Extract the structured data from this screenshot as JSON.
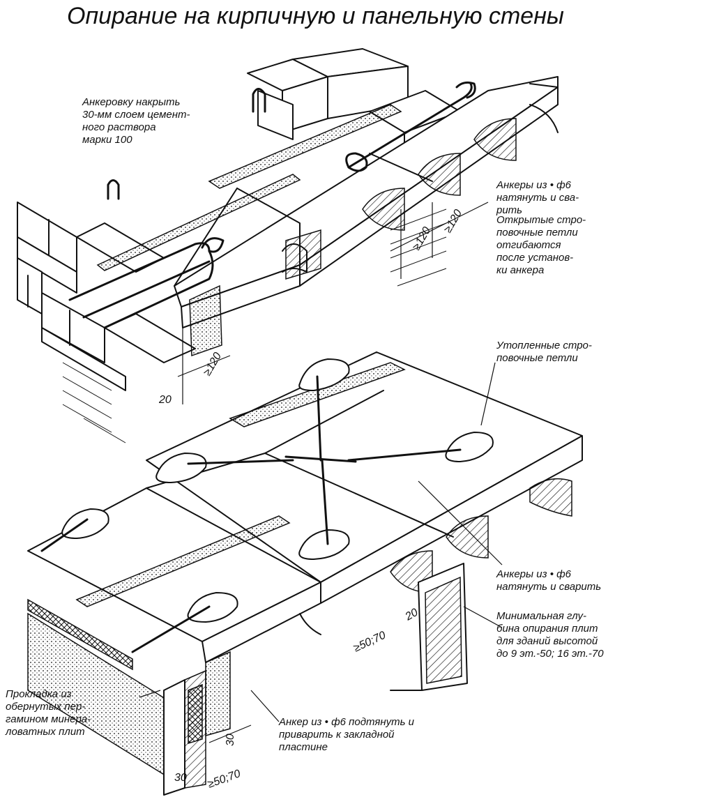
{
  "title": "Опирание на кирпичную и панельную стены",
  "notes": {
    "anchor_cover": [
      "Анкеровку накрыть",
      "30-мм слоем цемент-",
      "ного раствора",
      "марки 100"
    ],
    "anchors_top": [
      "Анкеры из • ф6",
      "натянуть и сва-",
      "рить"
    ],
    "open_loops": [
      "Открытые стро-",
      "повочные петли",
      "отгибаются",
      "после установ-",
      "ки анкера"
    ],
    "recessed_loops": [
      "Утопленные стро-",
      "повочные петли"
    ],
    "anchors_bottom": [
      "Анкеры из • ф6",
      "натянуть и сварить"
    ],
    "min_depth": [
      "Минимальная глу-",
      "бина опирания плит",
      "для зданий высотой",
      "до 9 эт.-50; 16 эт.-70"
    ],
    "gasket": [
      "Прокладка из",
      "обернутых пер-",
      "гамином минера-",
      "ловатных плит"
    ],
    "anchor_plate": [
      "Анкер из • ф6 подтянуть и",
      "приварить к закладной",
      "пластине"
    ]
  },
  "dimensions": {
    "d120_a": "≥120",
    "d120_b": "≥120",
    "d120_c": "≥120",
    "d20_a": "20",
    "d20_b": "20",
    "d50_a": "≥50;70",
    "d50_b": "≥50;70",
    "d30_a": "30",
    "d30_b": "30"
  }
}
